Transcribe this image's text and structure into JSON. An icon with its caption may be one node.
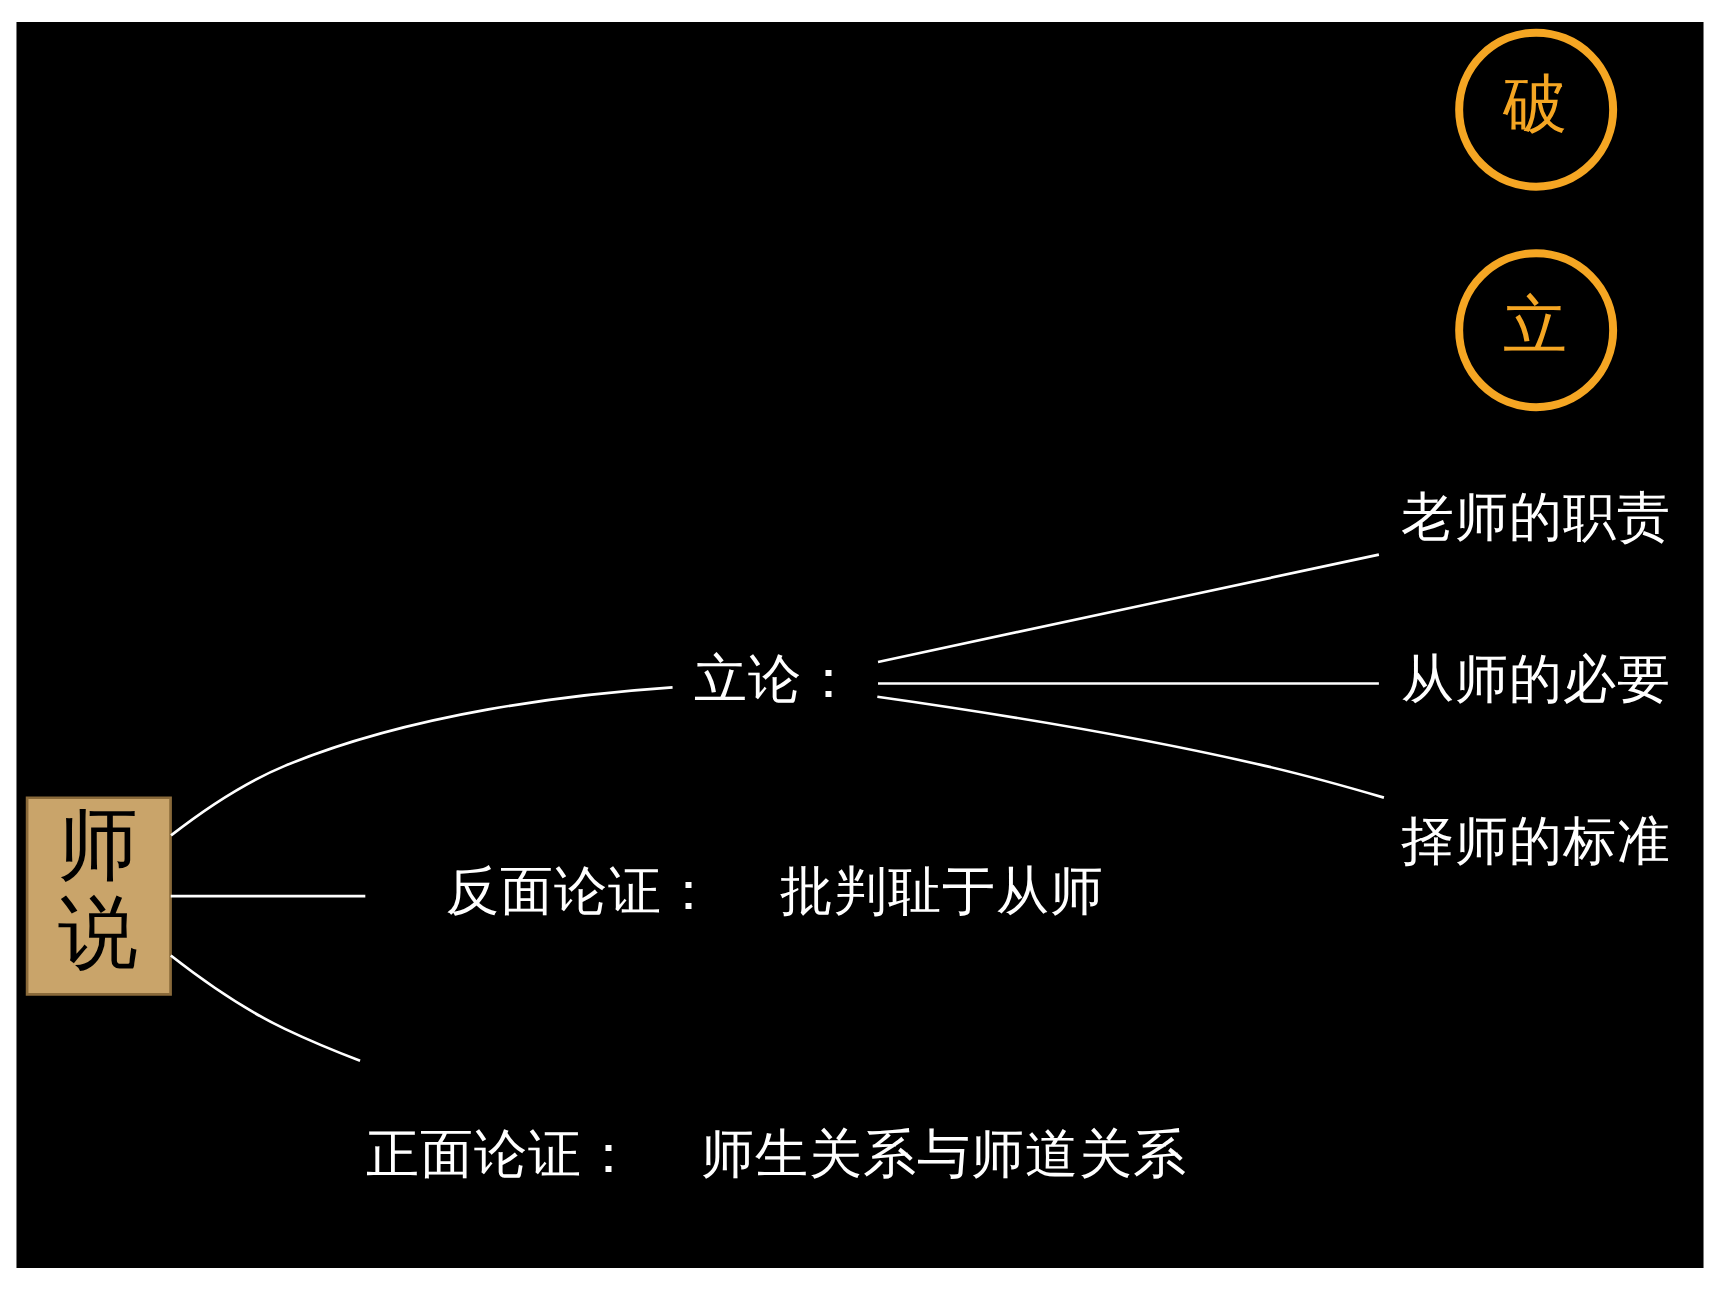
{
  "diagram": {
    "nodes": [
      {
        "text": [
          "师说"
        ]
      },
      {
        "text": [
          "立论："
        ]
      },
      {
        "text": [
          "老师的职责"
        ]
      },
      {
        "text": [
          "从师的必要"
        ]
      },
      {
        "text": [
          "择师的标准"
        ]
      },
      {
        "text": [
          "反面论证："
        ],
        "beside": [
          "批判耻于从师"
        ]
      },
      {
        "text": [
          "正面论证："
        ],
        "beside": [
          "师生关系与师道关系"
        ]
      },
      {
        "text": [
          "立"
        ]
      },
      {
        "text": [
          "破"
        ]
      }
    ],
    "edges": [
      {
        "from": 0,
        "to": 1,
        "arrow": "none"
      },
      {
        "from": 0,
        "to": 5,
        "arrow": "none"
      },
      {
        "from": 0,
        "to": 6,
        "arrow": "none"
      },
      {
        "from": 1,
        "to": 2,
        "arrow": "none"
      },
      {
        "from": 1,
        "to": 3,
        "arrow": "none"
      },
      {
        "from": 1,
        "to": 4,
        "arrow": "none"
      }
    ]
  }
}
